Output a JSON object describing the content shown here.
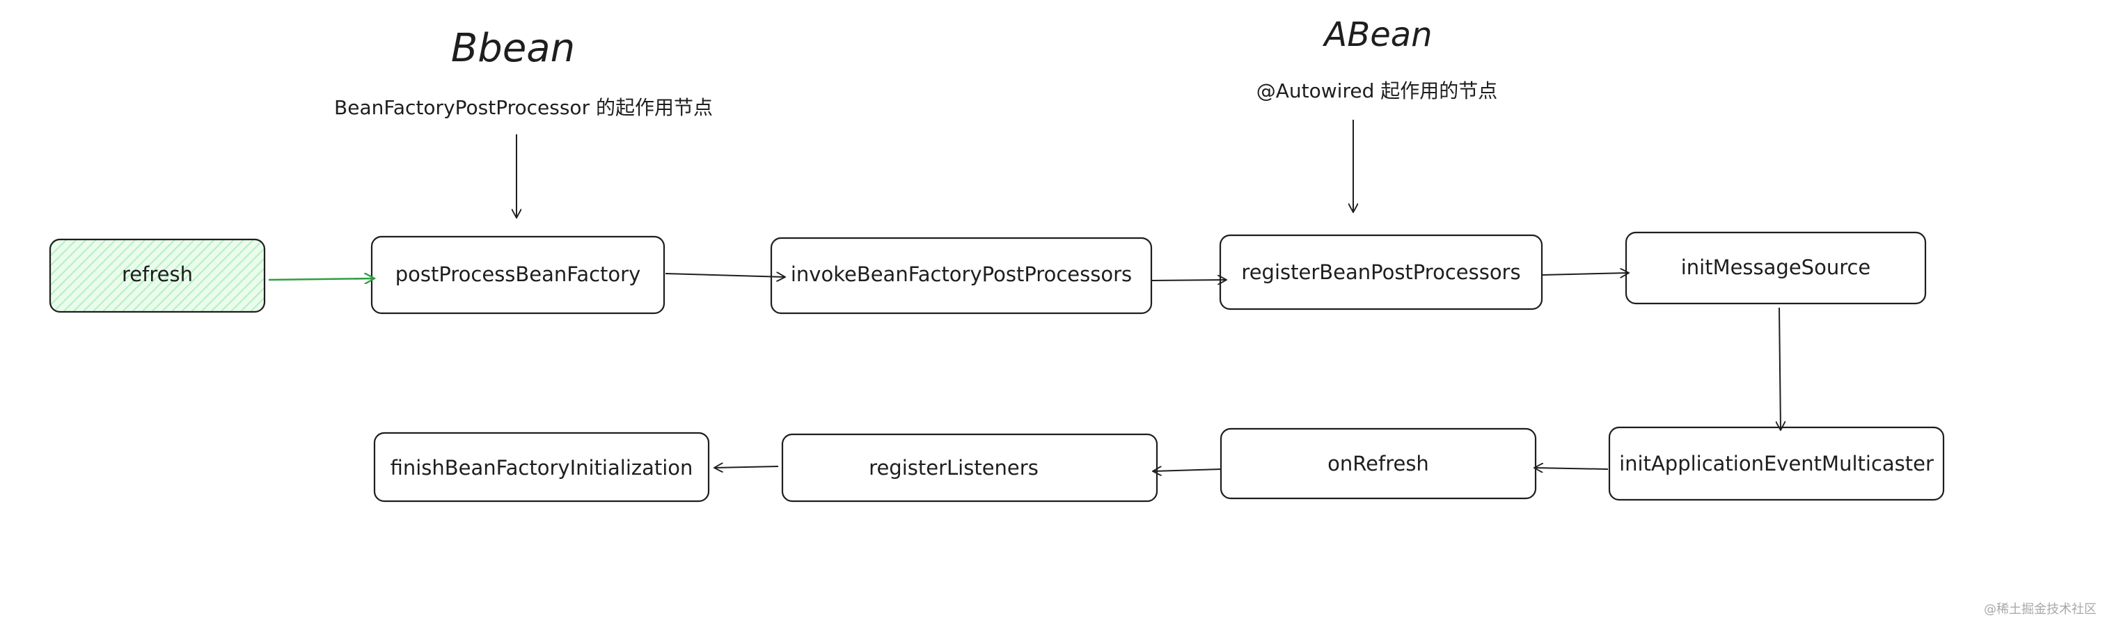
{
  "colors": {
    "stroke": "#1e1e1e",
    "start_fill": "#b2f2bb",
    "start_arrow": "#2f9e44",
    "background": "#ffffff"
  },
  "titles": {
    "bbean": "Bbean",
    "abean": "ABean"
  },
  "notes": {
    "bbean_note": "BeanFactoryPostProcessor 的起作用节点",
    "abean_note": "@Autowired 起作用的节点"
  },
  "nodes": {
    "refresh": "refresh",
    "postProcessBeanFactory": "postProcessBeanFactory",
    "invokeBeanFactoryPostProcessors": "invokeBeanFactoryPostProcessors",
    "registerBeanPostProcessors": "registerBeanPostProcessors",
    "initMessageSource": "initMessageSource",
    "initApplicationEventMulticaster": "initApplicationEventMulticaster",
    "onRefresh": "onRefresh",
    "registerListeners": "registerListeners",
    "finishBeanFactoryInitialization": "finishBeanFactoryInitialization"
  },
  "watermark": "@稀土掘金技术社区"
}
